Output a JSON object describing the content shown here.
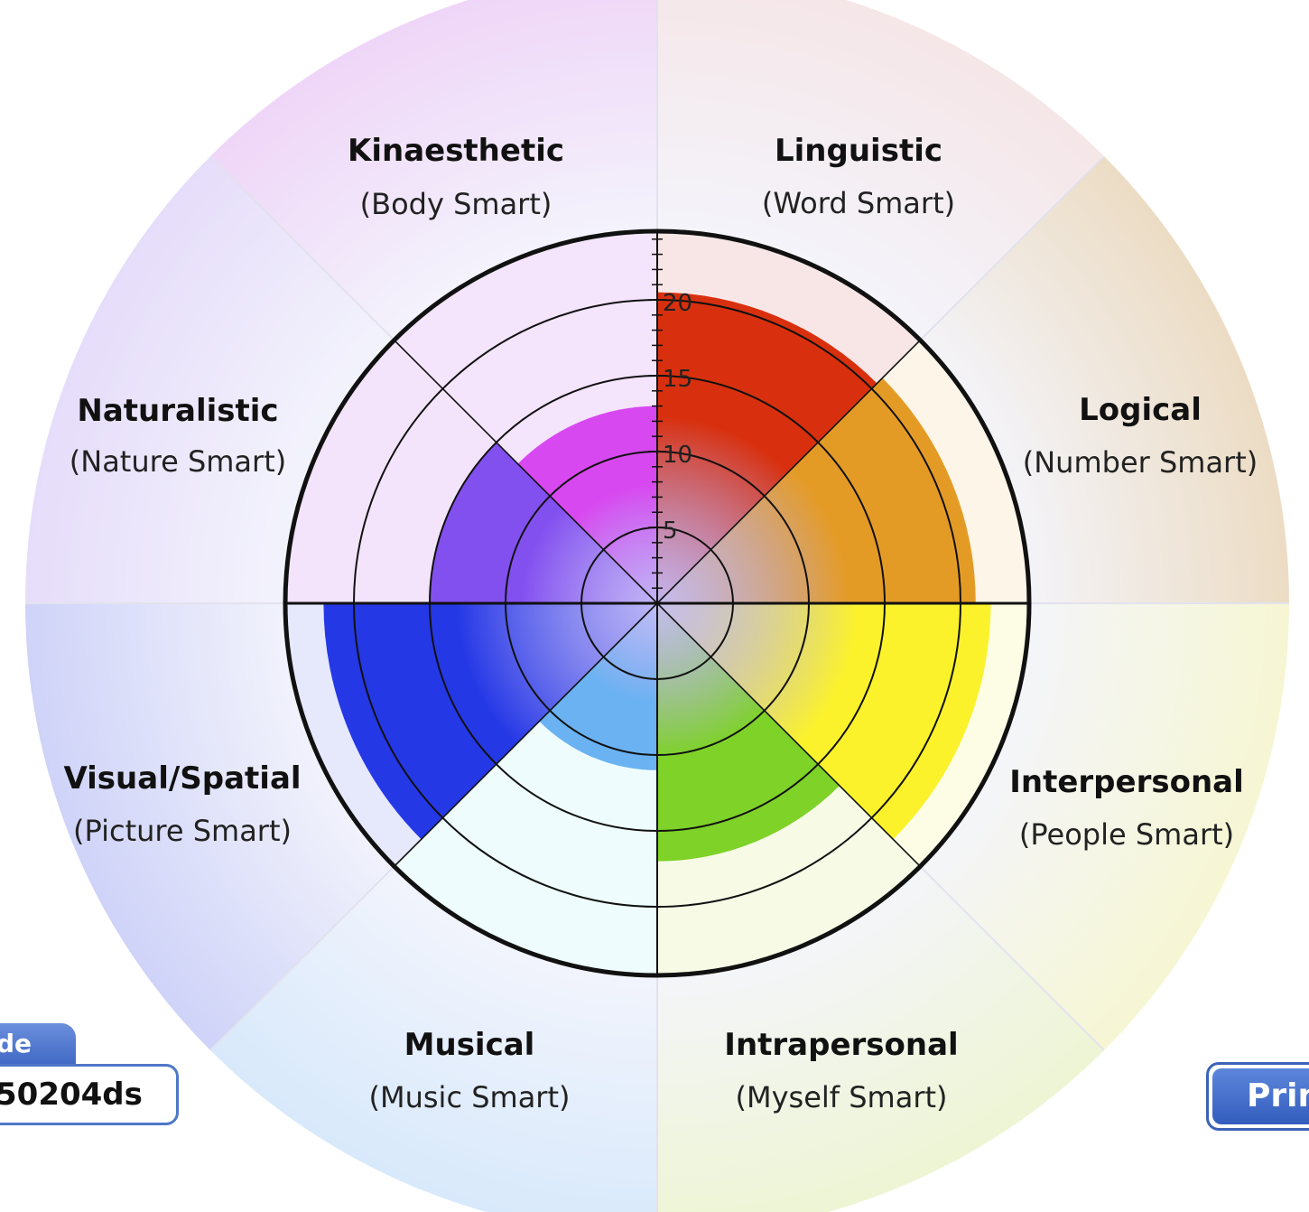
{
  "chart_data": {
    "type": "radial-bar",
    "max_value": 25,
    "tick_labels": [
      "5",
      "10",
      "15",
      "20"
    ],
    "categories": [
      {
        "name": "Linguistic",
        "sub": "(Word Smart)",
        "value": 20.5,
        "color": "#d8300e",
        "bg": "#f5e6e8"
      },
      {
        "name": "Logical",
        "sub": "(Number Smart)",
        "value": 21,
        "color": "#e49b26",
        "bg": "#ecdcc4"
      },
      {
        "name": "Interpersonal",
        "sub": "(People Smart)",
        "value": 22,
        "color": "#fbf22c",
        "bg": "#f6f6d4"
      },
      {
        "name": "Intrapersonal",
        "sub": "(Myself Smart)",
        "value": 17,
        "color": "#7ed228",
        "bg": "#eef5d4"
      },
      {
        "name": "Musical",
        "sub": "(Music Smart)",
        "value": 11,
        "color": "#6ab2f2",
        "bg": "#d8e9fb"
      },
      {
        "name": "Visual/Spatial",
        "sub": "(Picture Smart)",
        "value": 22,
        "color": "#2538e6",
        "bg": "#cfd3f8"
      },
      {
        "name": "Naturalistic",
        "sub": "(Nature Smart)",
        "value": 15,
        "color": "#8350f0",
        "bg": "#e6ddfa"
      },
      {
        "name": "Kinaesthetic",
        "sub": "(Body Smart)",
        "value": 13,
        "color": "#d848f0",
        "bg": "#efd6f8"
      }
    ]
  },
  "code_tab_label": "de",
  "code_value": "50204ds",
  "print_label": "Print"
}
